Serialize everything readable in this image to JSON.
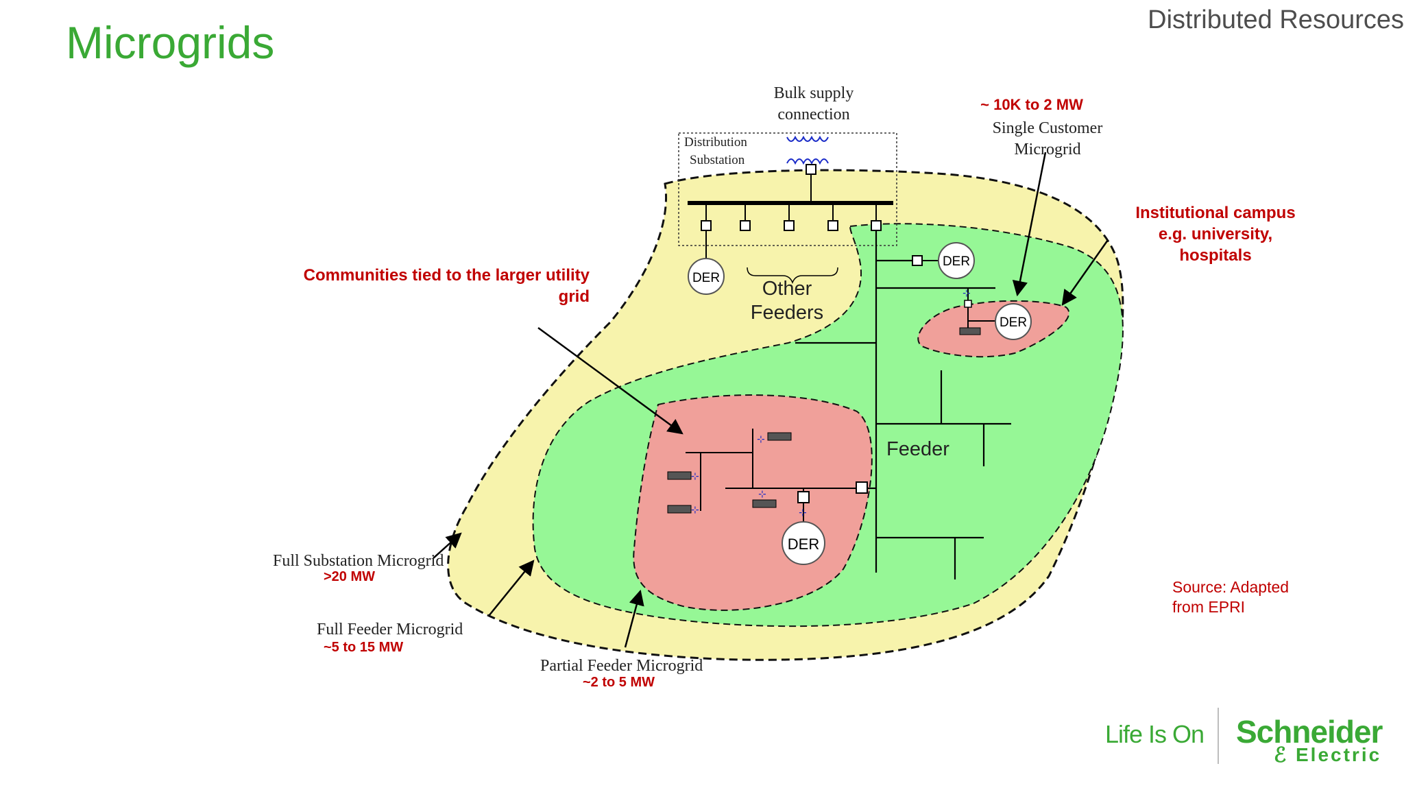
{
  "header": {
    "title": "Microgrids",
    "section": "Distributed Resources"
  },
  "diagram": {
    "bulk_supply_line1": "Bulk supply",
    "bulk_supply_line2": "connection",
    "substation_line1": "Distribution",
    "substation_line2": "Substation",
    "other_feeders_line1": "Other",
    "other_feeders_line2": "Feeders",
    "feeder": "Feeder",
    "der": "DER",
    "single_customer_size": "~ 10K to 2 MW",
    "single_customer_line1": "Single Customer",
    "single_customer_line2": "Microgrid",
    "institutional_line1": "Institutional campus",
    "institutional_line2": "e.g. university,",
    "institutional_line3": "hospitals",
    "communities_line1": "Communities tied to the larger utility",
    "communities_line2": "grid",
    "full_substation_label": "Full Substation Microgrid",
    "full_substation_size": ">20 MW",
    "full_feeder_label": "Full Feeder Microgrid",
    "full_feeder_size": "~5 to 15 MW",
    "partial_feeder_label": "Partial Feeder Microgrid",
    "partial_feeder_size": "~2 to 5 MW"
  },
  "source": {
    "line1": "Source: Adapted",
    "line2": "from EPRI"
  },
  "footer": {
    "tagline": "Life Is On",
    "brand_line1": "Schneider",
    "brand_line2": "Electric"
  },
  "colors": {
    "title_green": "#3aa935",
    "zone_yellow": "#f7f3ac",
    "zone_green": "#96f796",
    "zone_red": "#f0a09a",
    "label_red": "#c00000"
  }
}
